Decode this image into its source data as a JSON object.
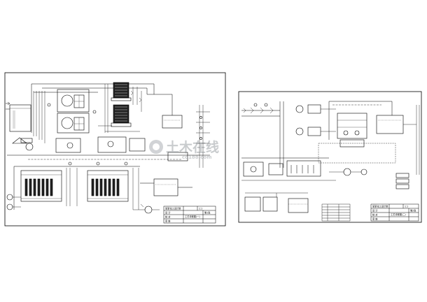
{
  "sheets": [
    {
      "id": "left",
      "title_block": {
        "company": "某某化工设计院",
        "scale": "1:1",
        "sheet_no": "第1张",
        "drawing_name": "工艺流程图(一)",
        "rows": [
          "设 计",
          "校 对",
          "审 核"
        ]
      }
    },
    {
      "id": "right",
      "title_block": {
        "company": "某某化工设计院",
        "scale": "1:1",
        "sheet_no": "第2张",
        "drawing_name": "工艺流程图(二)",
        "rows": [
          "设 计",
          "校 对",
          "审 核"
        ]
      }
    }
  ],
  "watermark": {
    "brand": "土木在线",
    "sub": "co188.com"
  }
}
